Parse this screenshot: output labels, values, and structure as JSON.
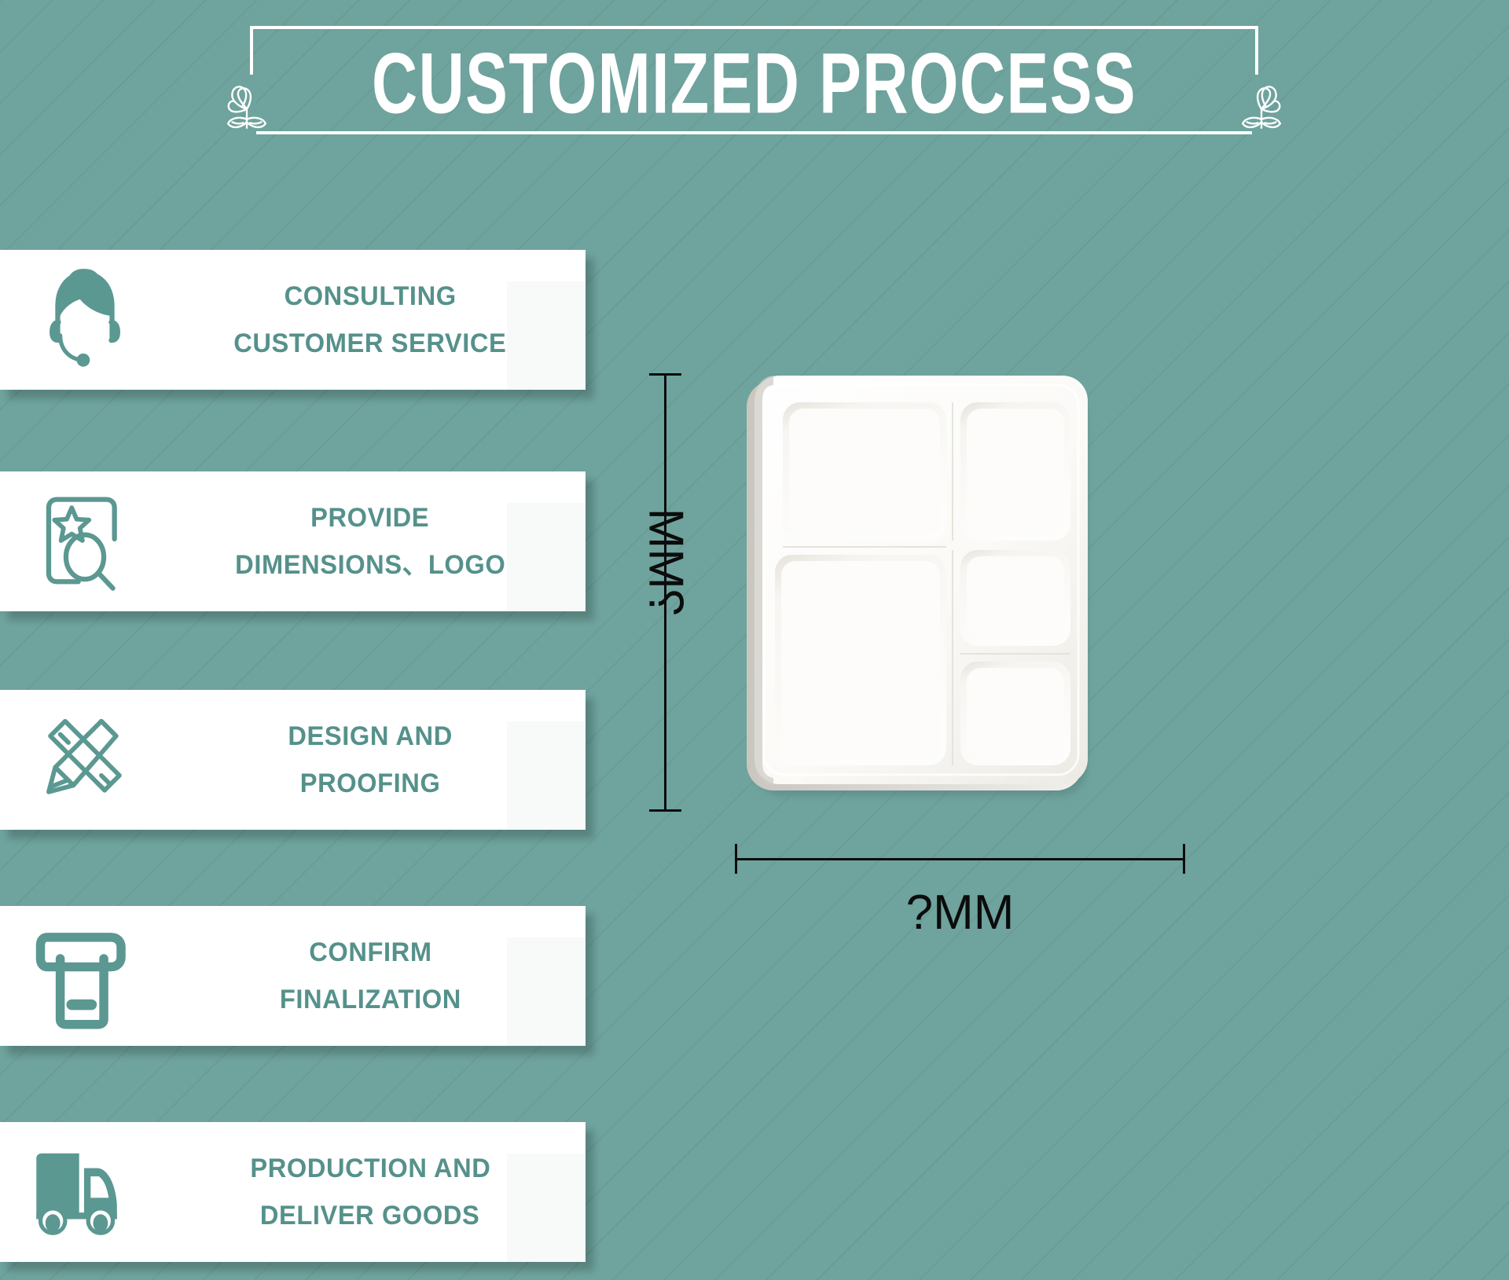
{
  "page": {
    "background_color": "#6fa39d",
    "accent_color": "#55918b",
    "card_color": "#ffffff",
    "dimension_text_color": "#0c0c0c"
  },
  "header": {
    "title": "CUSTOMIZED PROCESS",
    "ornament_left": "floral-flourish-icon",
    "ornament_right": "floral-flourish-icon"
  },
  "process_steps": [
    {
      "index": 1,
      "icon": "customer-service-headset-icon",
      "line1": "CONSULTING",
      "line2": "CUSTOMER SERVICE"
    },
    {
      "index": 2,
      "icon": "document-star-magnifier-icon",
      "line1": "PROVIDE",
      "line2": "DIMENSIONS、LOGO"
    },
    {
      "index": 3,
      "icon": "pencil-ruler-design-icon",
      "line1": "DESIGN AND",
      "line2": "PROOFING"
    },
    {
      "index": 4,
      "icon": "printer-receipt-icon",
      "line1": "CONFIRM",
      "line2": "FINALIZATION"
    },
    {
      "index": 5,
      "icon": "delivery-truck-icon",
      "line1": "PRODUCTION AND",
      "line2": "DELIVER GOODS"
    }
  ],
  "product": {
    "name": "five-compartment-bagasse-tray",
    "height_dimension_label": "?MM",
    "width_dimension_label": "?MM",
    "compartments": 5
  }
}
